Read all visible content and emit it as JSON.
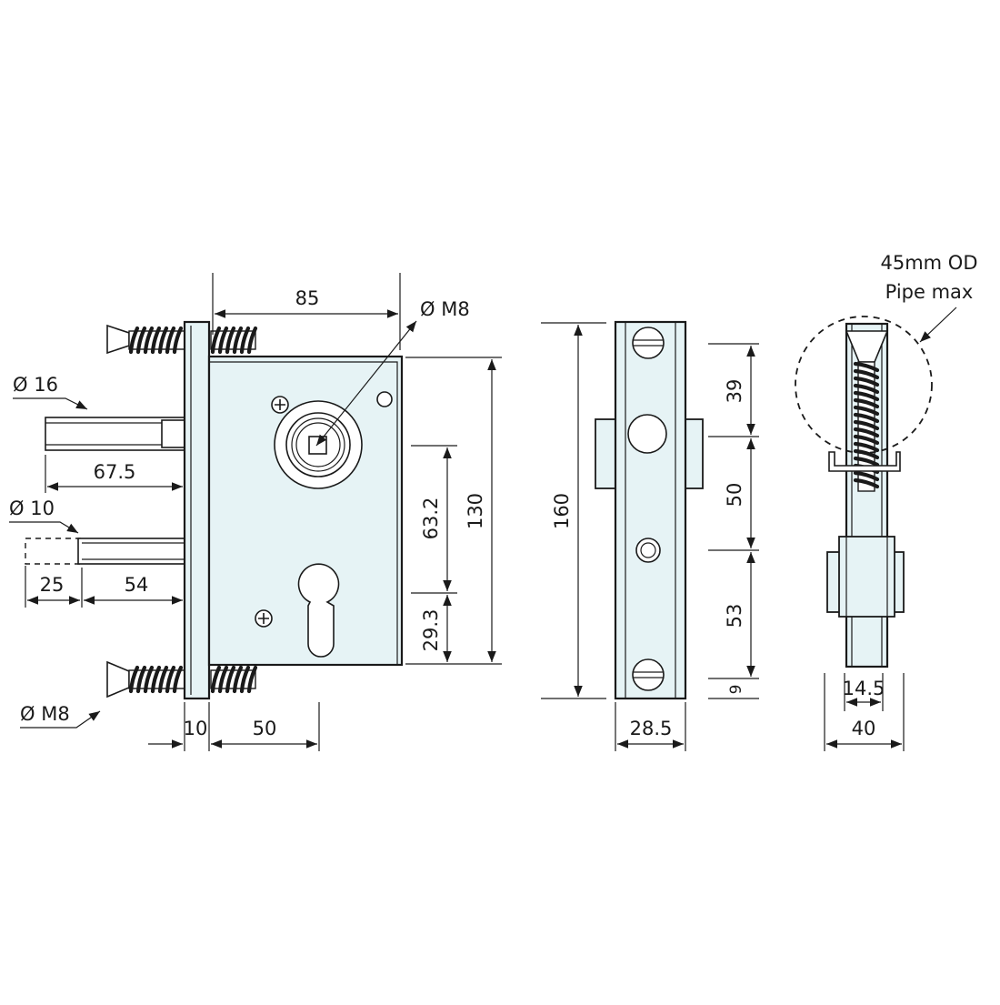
{
  "colors": {
    "line": "#1a1a1a",
    "body_fill": "#e6f3f5",
    "background": "#ffffff"
  },
  "front_view": {
    "width_top": "85",
    "spindle_hole": "Ø M8",
    "height_body": "130",
    "keyhole_offset": "63.2",
    "keyhole_to_bottom": "29.3",
    "plate_thickness": "10",
    "backset": "50",
    "latch_diameter": "Ø 16",
    "latch_throw": "67.5",
    "bolt_diameter": "Ø 10",
    "bolt_extension": "25",
    "bolt_length": "54",
    "screw_thread": "Ø M8"
  },
  "side_view": {
    "total_height": "160",
    "segment_top": "39",
    "segment_middle": "50",
    "segment_lower": "53",
    "segment_bottom": "9",
    "depth": "28.5"
  },
  "end_view": {
    "pipe_note_line1": "45mm OD",
    "pipe_note_line2": "Pipe max",
    "inner_width": "14.5",
    "outer_width": "40"
  }
}
